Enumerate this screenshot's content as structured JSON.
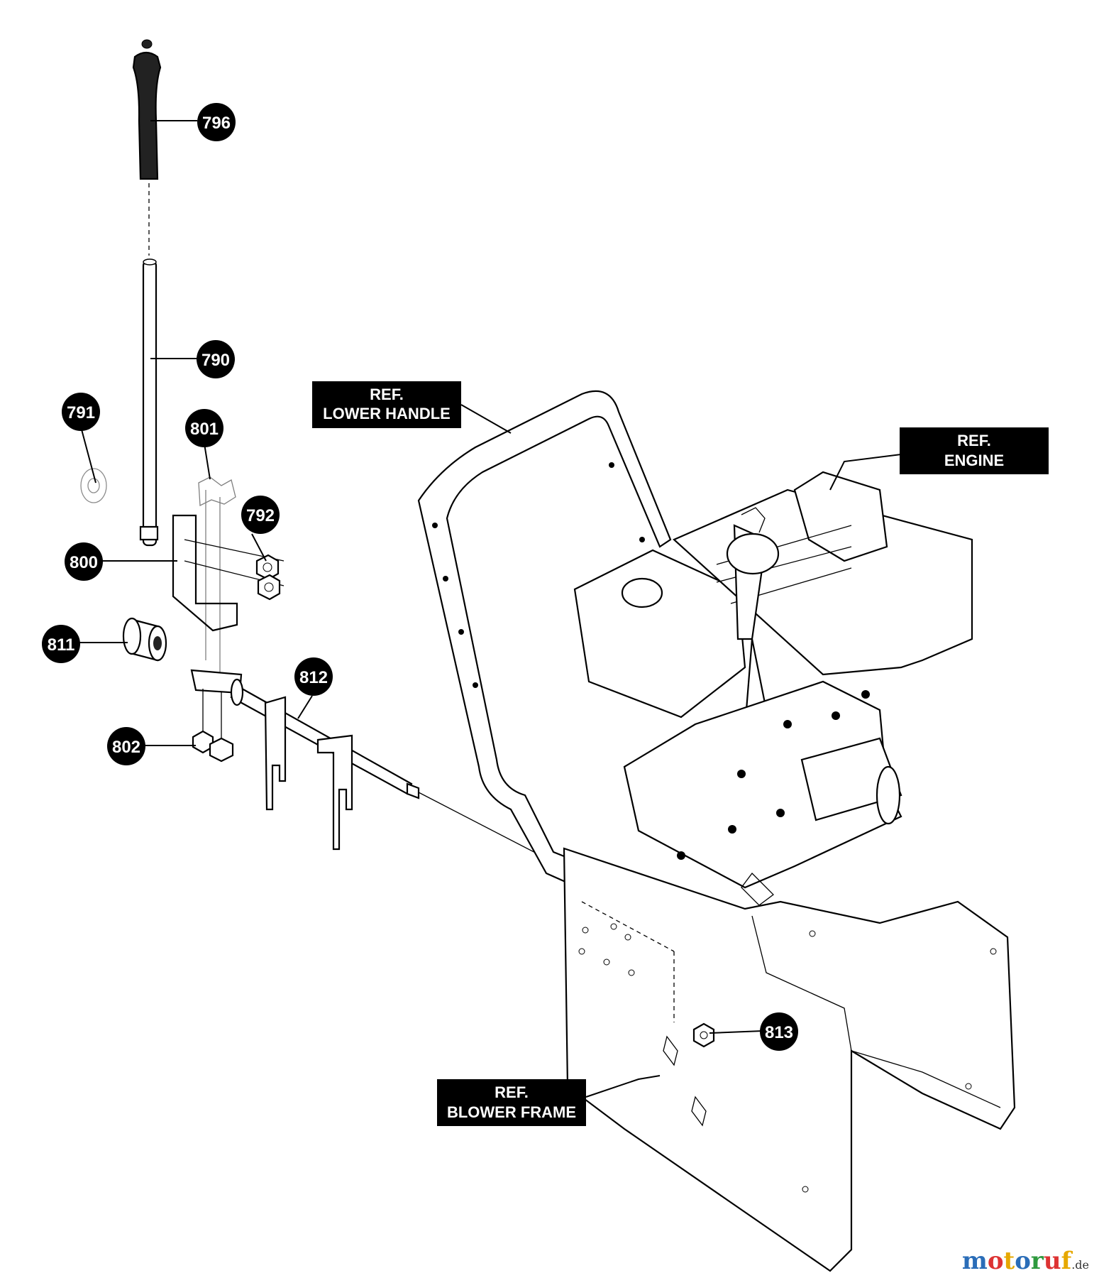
{
  "callouts": [
    "796",
    "790",
    "791",
    "801",
    "792",
    "800",
    "811",
    "812",
    "802",
    "813"
  ],
  "references": {
    "lower_handle": [
      "REF.",
      "LOWER HANDLE"
    ],
    "engine": [
      "REF.",
      "ENGINE"
    ],
    "blower_frame": [
      "REF.",
      "BLOWER FRAME"
    ]
  },
  "watermark": {
    "letters": [
      "m",
      "o",
      "t",
      "o",
      "r",
      "u",
      "f"
    ],
    "colors": [
      "#2a6db8",
      "#d33",
      "#e6a800",
      "#2a6db8",
      "#2e9a3e",
      "#d33",
      "#e6a800"
    ],
    "suffix": ".de"
  }
}
